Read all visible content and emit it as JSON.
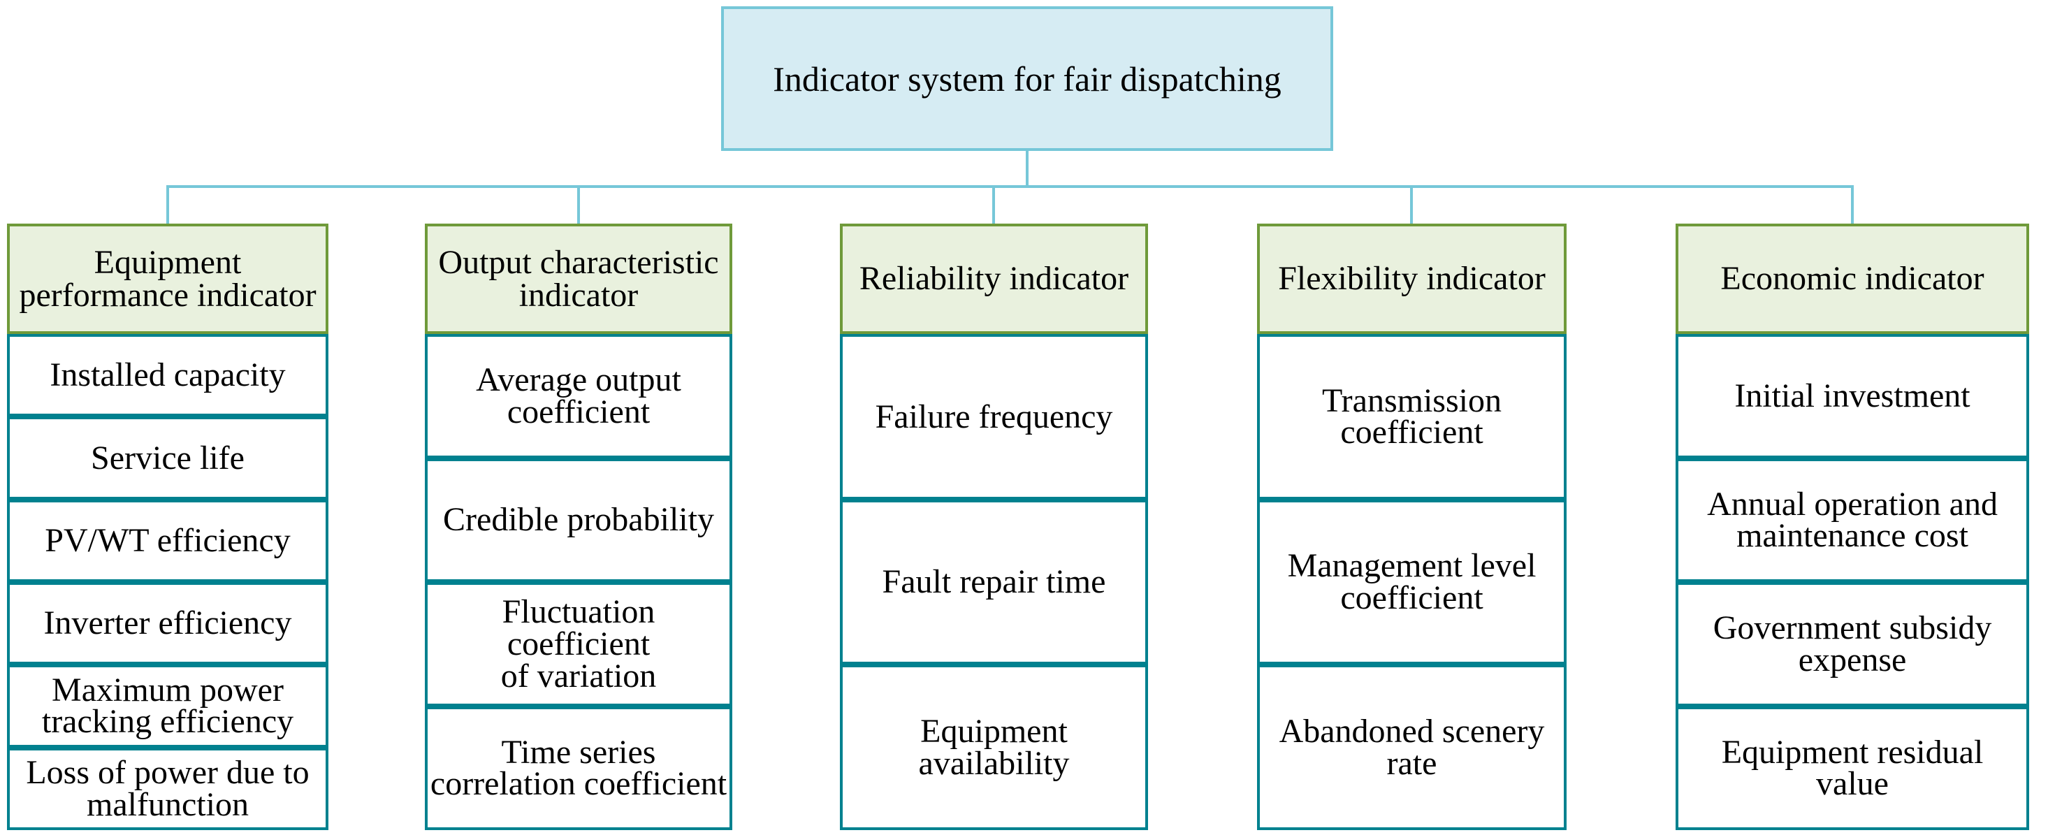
{
  "root": {
    "label": "Indicator system for fair dispatching"
  },
  "columns": [
    {
      "header": "Equipment\nperformance indicator",
      "items": [
        "Installed capacity",
        "Service life",
        "PV/WT efficiency",
        "Inverter efficiency",
        "Maximum power\ntracking efficiency",
        "Loss of power due to\nmalfunction"
      ]
    },
    {
      "header": "Output characteristic\nindicator",
      "items": [
        "Average output\ncoefficient",
        "Credible probability",
        "Fluctuation coefficient\nof variation",
        "Time series\ncorrelation coefficient"
      ]
    },
    {
      "header": "Reliability indicator",
      "items": [
        "Failure frequency",
        "Fault repair time",
        "Equipment\navailability"
      ]
    },
    {
      "header": "Flexibility indicator",
      "items": [
        "Transmission\ncoefficient",
        "Management level\ncoefficient",
        "Abandoned scenery\nrate"
      ]
    },
    {
      "header": "Economic indicator",
      "items": [
        "Initial investment",
        "Annual operation and\nmaintenance cost",
        "Government subsidy\nexpense",
        "Equipment residual\nvalue"
      ]
    }
  ],
  "colors": {
    "blue_border": "#76c7d8",
    "blue_fill": "#d6ecf3",
    "green_border": "#6f9a3a",
    "green_fill": "#e9f1de",
    "teal_border": "#00818f",
    "text": "#000000"
  }
}
